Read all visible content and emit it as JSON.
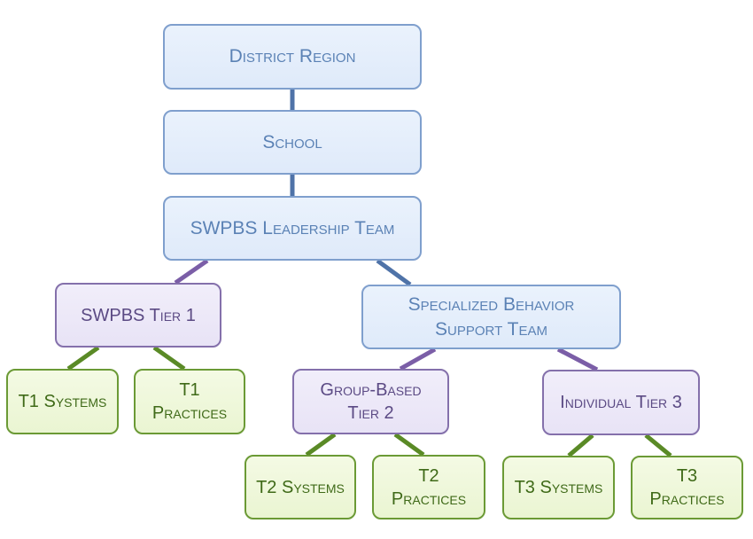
{
  "colors": {
    "blue_box_fill": "#e4eefb",
    "blue_box_border": "#7f9fcd",
    "blue_text": "#5b82b5",
    "purple_box_fill": "#ece8f8",
    "purple_box_border": "#8470ab",
    "purple_text": "#5b4a84",
    "green_box_fill": "#eef7da",
    "green_box_border": "#6b9a35",
    "green_text": "#3f6a18",
    "blue_connector": "#4f73a8",
    "purple_connector": "#7b5ea7",
    "green_connector": "#5a8a26"
  },
  "nodes": {
    "district_region": "District Region",
    "school": "School",
    "swpbs_leadership_team": "SWPBS Leadership Team",
    "swpbs_tier1": "SWPBS Tier 1",
    "specialized_behavior_support_team": "Specialized Behavior\nSupport Team",
    "t1_systems": "T1 Systems",
    "t1_practices": "T1 Practices",
    "group_based_tier2": "Group-Based\nTier 2",
    "individual_tier3": "Individual Tier 3",
    "t2_systems": "T2 Systems",
    "t2_practices": "T2 Practices",
    "t3_systems": "T3 Systems",
    "t3_practices": "T3 Practices"
  }
}
